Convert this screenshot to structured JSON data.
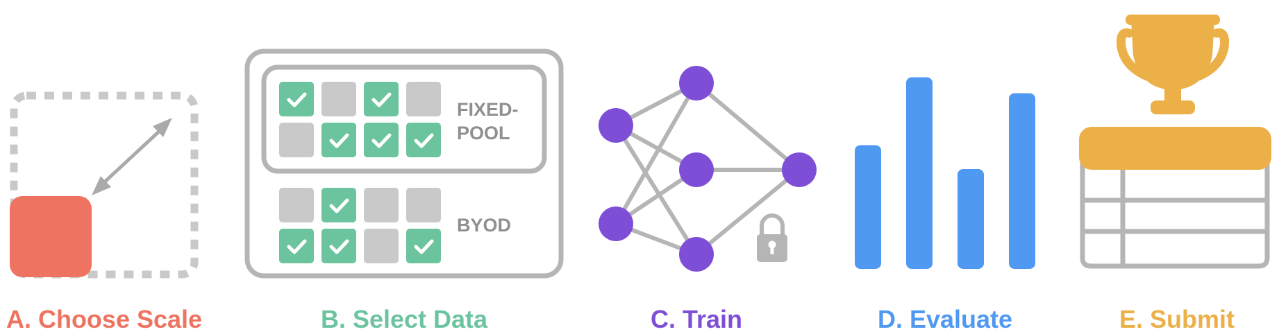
{
  "colors": {
    "scale": "#ee7360",
    "data": "#6cc49f",
    "train": "#7e4fd6",
    "evaluate": "#5099f2",
    "submit": "#ecb049",
    "gray": "#b5b5b5",
    "cell_empty": "#c9c9c9"
  },
  "steps": [
    {
      "label": "A. Choose Scale"
    },
    {
      "label": "B. Select Data"
    },
    {
      "label": "C. Train"
    },
    {
      "label": "D. Evaluate"
    },
    {
      "label": "E. Submit"
    }
  ],
  "data_panel": {
    "fixed_pool_line1": "FIXED-",
    "fixed_pool_line2": "POOL",
    "byod_label": "BYOD",
    "fixed_pool_grid": [
      [
        1,
        0,
        1,
        0
      ],
      [
        0,
        1,
        1,
        1
      ]
    ],
    "byod_grid": [
      [
        0,
        1,
        0,
        0
      ],
      [
        1,
        1,
        0,
        1
      ]
    ]
  },
  "icons": {
    "resize": "double-arrow-icon",
    "lock": "lock-icon",
    "trophy": "trophy-icon",
    "check": "check-icon"
  },
  "evaluate_bars": [
    0.62,
    0.96,
    0.5,
    0.88
  ]
}
